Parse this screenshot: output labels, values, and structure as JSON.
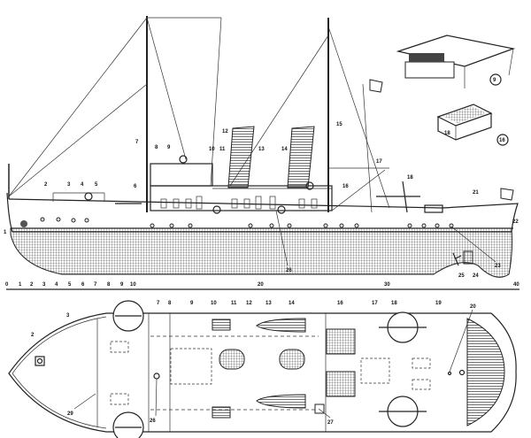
{
  "profile_labels": {
    "l1": "1",
    "l2": "2",
    "l3": "3",
    "l4": "4",
    "l5": "5",
    "l6": "6",
    "l7": "7",
    "l8": "8",
    "l9": "9",
    "l10": "10",
    "l11": "11",
    "l12": "12",
    "l13": "13",
    "l14": "14",
    "l15": "15",
    "l16": "16",
    "l17": "17",
    "l18": "18",
    "l21": "21",
    "l22": "22",
    "l23": "23",
    "l24": "24",
    "l25": "25",
    "l26": "26"
  },
  "insets": {
    "a_label": "9",
    "b_label": "16",
    "b_part": "18"
  },
  "scale": {
    "t0": "0",
    "t1": "1",
    "t2": "2",
    "t3": "3",
    "t4": "4",
    "t5": "5",
    "t6": "6",
    "t7": "7",
    "t8": "8",
    "t9": "9",
    "t10": "10",
    "t20": "20",
    "t30": "30",
    "t40": "40"
  },
  "plan_labels": {
    "l2": "2",
    "l3": "3",
    "l7": "7",
    "l8": "8",
    "l9": "9",
    "l10": "10",
    "l11": "11",
    "l12": "12",
    "l13": "13",
    "l14": "14",
    "l16": "16",
    "l17": "17",
    "l18": "18",
    "l19": "19",
    "l20": "20",
    "l26": "26",
    "l27": "27",
    "l29": "29"
  },
  "colors": {
    "ink": "#222222",
    "paper": "#ffffff"
  }
}
